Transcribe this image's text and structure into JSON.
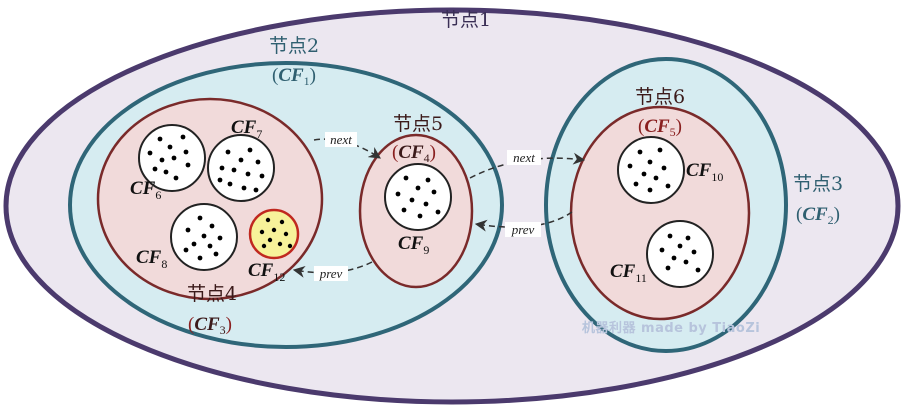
{
  "colors": {
    "outer_fill": "#ece7f0",
    "outer_stroke": "#4b3a6d",
    "mid_fill": "#d6ecf1",
    "mid_stroke": "#2f6678",
    "leaf_fill": "#f1dada",
    "leaf_stroke": "#7a2a2a",
    "cf_fill": "#ffffff",
    "cf_stroke": "#222222",
    "highlight_fill": "#f7f29a",
    "highlight_stroke": "#c0281f",
    "node_text_outer": "#3a2f55",
    "node_text_mid": "#2f5f70",
    "node_text_leaf": "#3b1a1a",
    "cf_paren_leaf": "#8a2020",
    "cf_paren_mid": "#2f5f70",
    "watermark": "#b7c4dc"
  },
  "labels": {
    "node1": "节点1",
    "node2": "节点2",
    "node3": "节点3",
    "node4": "节点4",
    "node5": "节点5",
    "node6": "节点6",
    "cf_letters": "CF",
    "cf1_sub": "1",
    "cf2_sub": "2",
    "cf3_sub": "3",
    "cf4_sub": "4",
    "cf5_sub": "5",
    "cf6_sub": "6",
    "cf7_sub": "7",
    "cf8_sub": "8",
    "cf9_sub": "9",
    "cf10_sub": "10",
    "cf11_sub": "11",
    "cf12_sub": "12",
    "open_paren": "(",
    "close_paren": ")",
    "next": "next",
    "prev": "prev"
  },
  "watermark": "机器利器 made by TiaoZi",
  "icons": {
    "cluster_feature": "dot-cluster-circle",
    "link_arrow": "dashed-arrow"
  }
}
